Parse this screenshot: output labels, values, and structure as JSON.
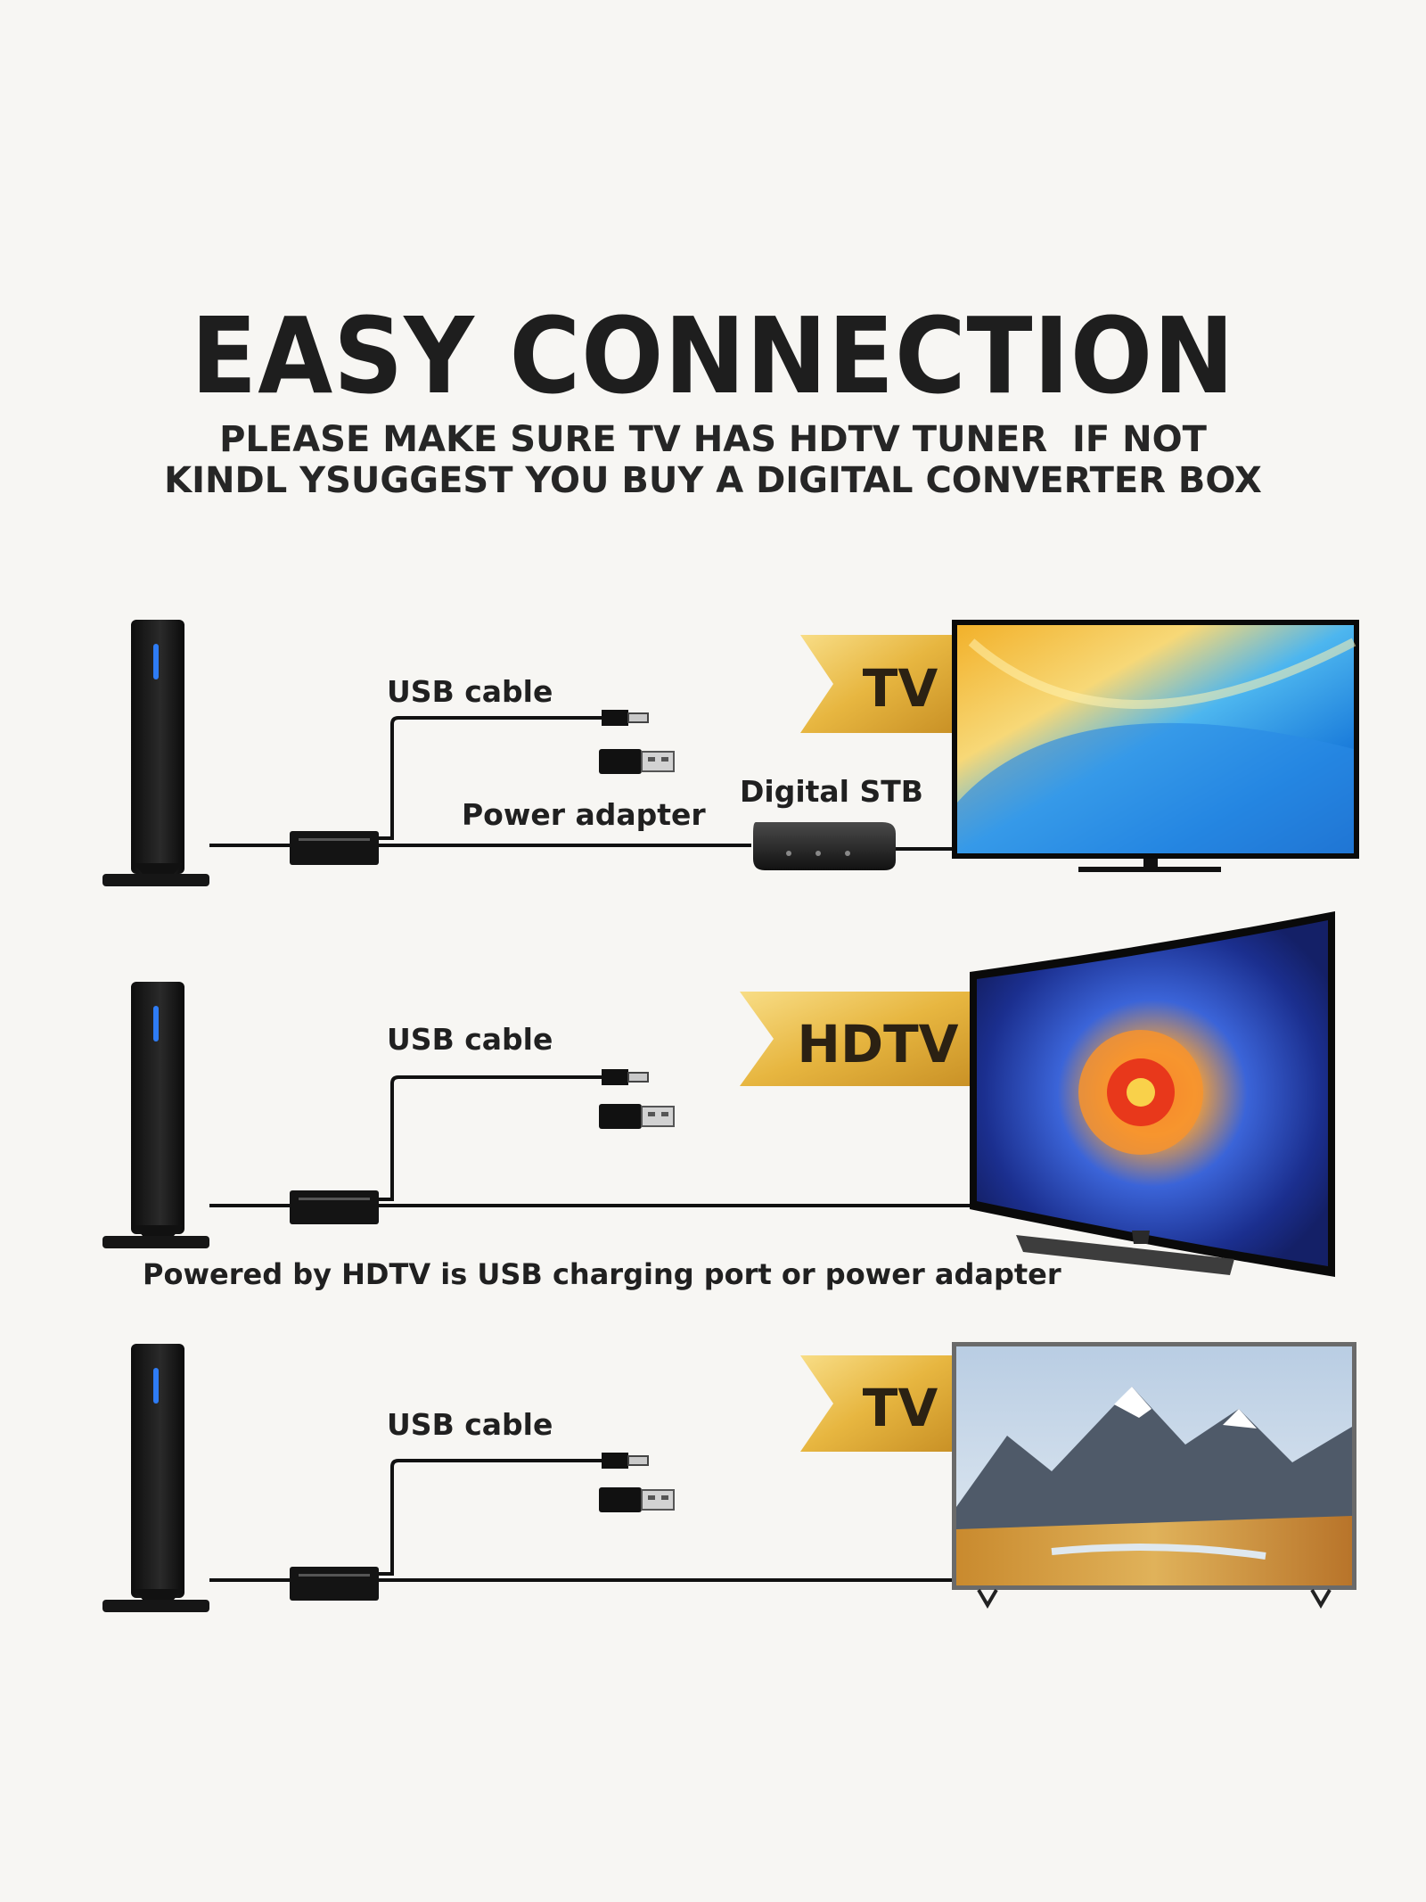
{
  "header": {
    "title": "EASY CONNECTION",
    "subtitle_line1": "PLEASE MAKE SURE TV HAS HDTV TUNER  IF NOT",
    "subtitle_line2": "KINDL YSUGGEST YOU BUY A DIGITAL CONVERTER BOX"
  },
  "rows": [
    {
      "ribbon": "TV",
      "usb_label": "USB cable",
      "power_label": "Power adapter",
      "stb_label": "Digital STB"
    },
    {
      "ribbon": "HDTV",
      "usb_label": "USB cable",
      "footnote": "Powered by HDTV is USB charging port or power adapter"
    },
    {
      "ribbon": "TV",
      "usb_label": "USB cable"
    }
  ],
  "colors": {
    "gold": "#e7b640",
    "gold_light": "#f6d67c",
    "device": "#151515",
    "led": "#2e7cf5"
  }
}
